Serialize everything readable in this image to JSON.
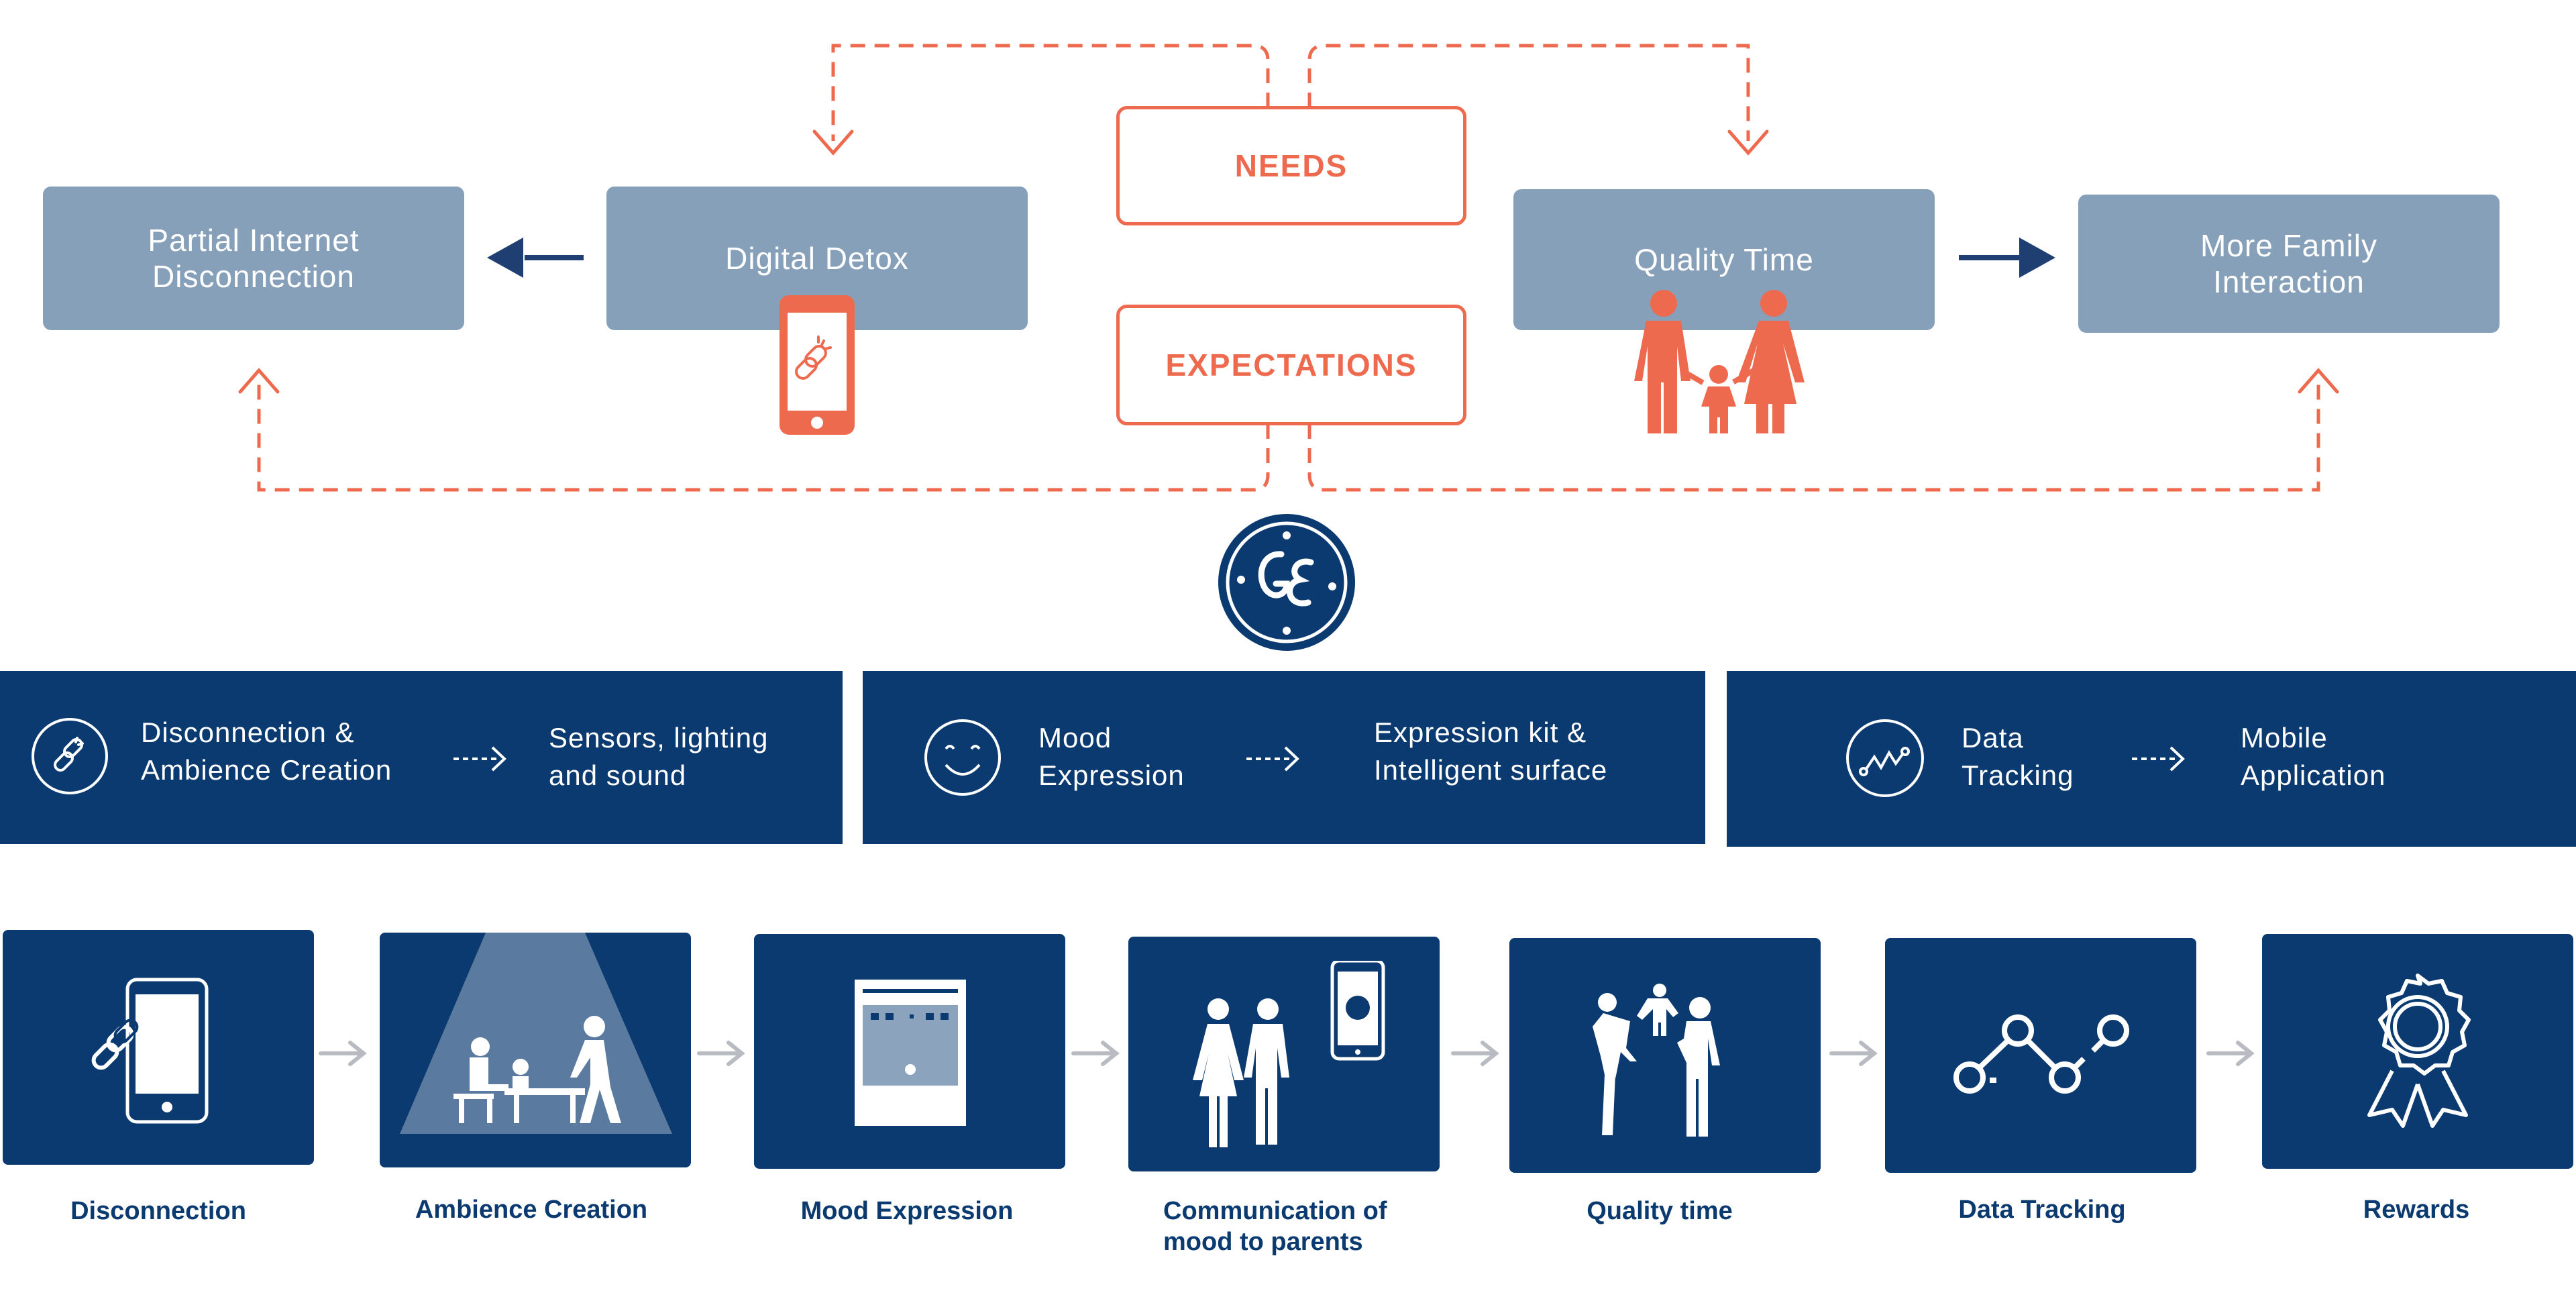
{
  "colors": {
    "navy": "#0b3a70",
    "slate": "#87a0ba",
    "orange": "#ee6a4f",
    "white": "#ffffff",
    "arrow_gray": "#b8bcc2"
  },
  "top": {
    "needs": "NEEDS",
    "expectations": "EXPECTATIONS",
    "boxes": {
      "partial": "Partial Internet\nDisconnection",
      "detox": "Digital Detox",
      "quality": "Quality Time",
      "family": "More Family\nInteraction"
    },
    "icons": [
      "phone-broken-link-icon",
      "family-icon"
    ]
  },
  "logo": {
    "text": "GE"
  },
  "bands": [
    {
      "icon": "broken-link-icon",
      "left": "Disconnection &\nAmbience Creation",
      "right": "Sensors, lighting\nand sound"
    },
    {
      "icon": "smiley-icon",
      "left": "Mood\nExpression",
      "right": "Expression kit  &\nIntelligent surface"
    },
    {
      "icon": "trend-chart-icon",
      "left": "Data\nTracking",
      "right": "Mobile\nApplication"
    }
  ],
  "steps": [
    {
      "icon": "phone-disconnect-icon",
      "label": "Disconnection"
    },
    {
      "icon": "ambience-light-icon",
      "label": "Ambience Creation"
    },
    {
      "icon": "mood-screen-icon",
      "label": "Mood Expression"
    },
    {
      "icon": "parents-phone-icon",
      "label": "Communication of\nmood to parents"
    },
    {
      "icon": "family-play-icon",
      "label": "Quality time"
    },
    {
      "icon": "data-nodes-icon",
      "label": "Data Tracking"
    },
    {
      "icon": "award-ribbon-icon",
      "label": "Rewards"
    }
  ]
}
